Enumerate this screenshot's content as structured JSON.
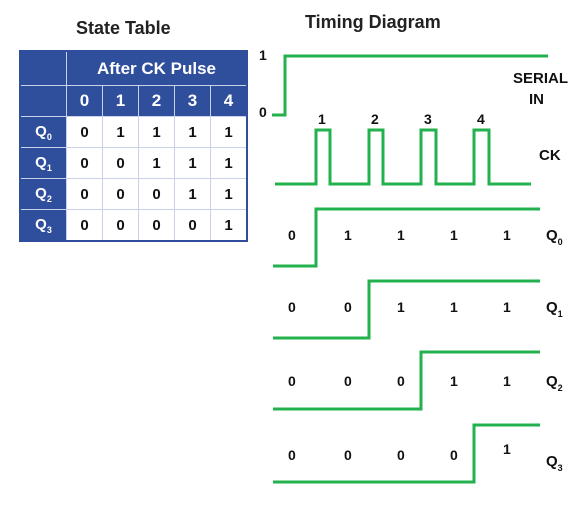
{
  "state_table": {
    "title": "State Table",
    "group_header": "After CK Pulse",
    "columns": [
      "0",
      "1",
      "2",
      "3",
      "4"
    ],
    "rows": [
      {
        "label": "Q",
        "sub": "0",
        "values": [
          "0",
          "1",
          "1",
          "1",
          "1"
        ]
      },
      {
        "label": "Q",
        "sub": "1",
        "values": [
          "0",
          "0",
          "1",
          "1",
          "1"
        ]
      },
      {
        "label": "Q",
        "sub": "2",
        "values": [
          "0",
          "0",
          "0",
          "1",
          "1"
        ]
      },
      {
        "label": "Q",
        "sub": "3",
        "values": [
          "0",
          "0",
          "0",
          "0",
          "1"
        ]
      }
    ]
  },
  "timing_diagram": {
    "title": "Timing Diagram",
    "serial_in": {
      "label_line1": "SERIAL",
      "label_line2": "IN",
      "high_label": "1",
      "low_label": "0"
    },
    "clock": {
      "label": "CK",
      "pulse_labels": [
        "1",
        "2",
        "3",
        "4"
      ]
    },
    "outputs": [
      {
        "label": "Q",
        "sub": "0",
        "values": [
          "0",
          "1",
          "1",
          "1",
          "1"
        ]
      },
      {
        "label": "Q",
        "sub": "1",
        "values": [
          "0",
          "0",
          "1",
          "1",
          "1"
        ]
      },
      {
        "label": "Q",
        "sub": "2",
        "values": [
          "0",
          "0",
          "0",
          "1",
          "1"
        ]
      },
      {
        "label": "Q",
        "sub": "3",
        "values": [
          "0",
          "0",
          "0",
          "0",
          "1"
        ]
      }
    ],
    "signal_color": "#22b14c"
  },
  "colors": {
    "table_header": "#2f4e9c",
    "table_header_text": "#ffffff"
  }
}
